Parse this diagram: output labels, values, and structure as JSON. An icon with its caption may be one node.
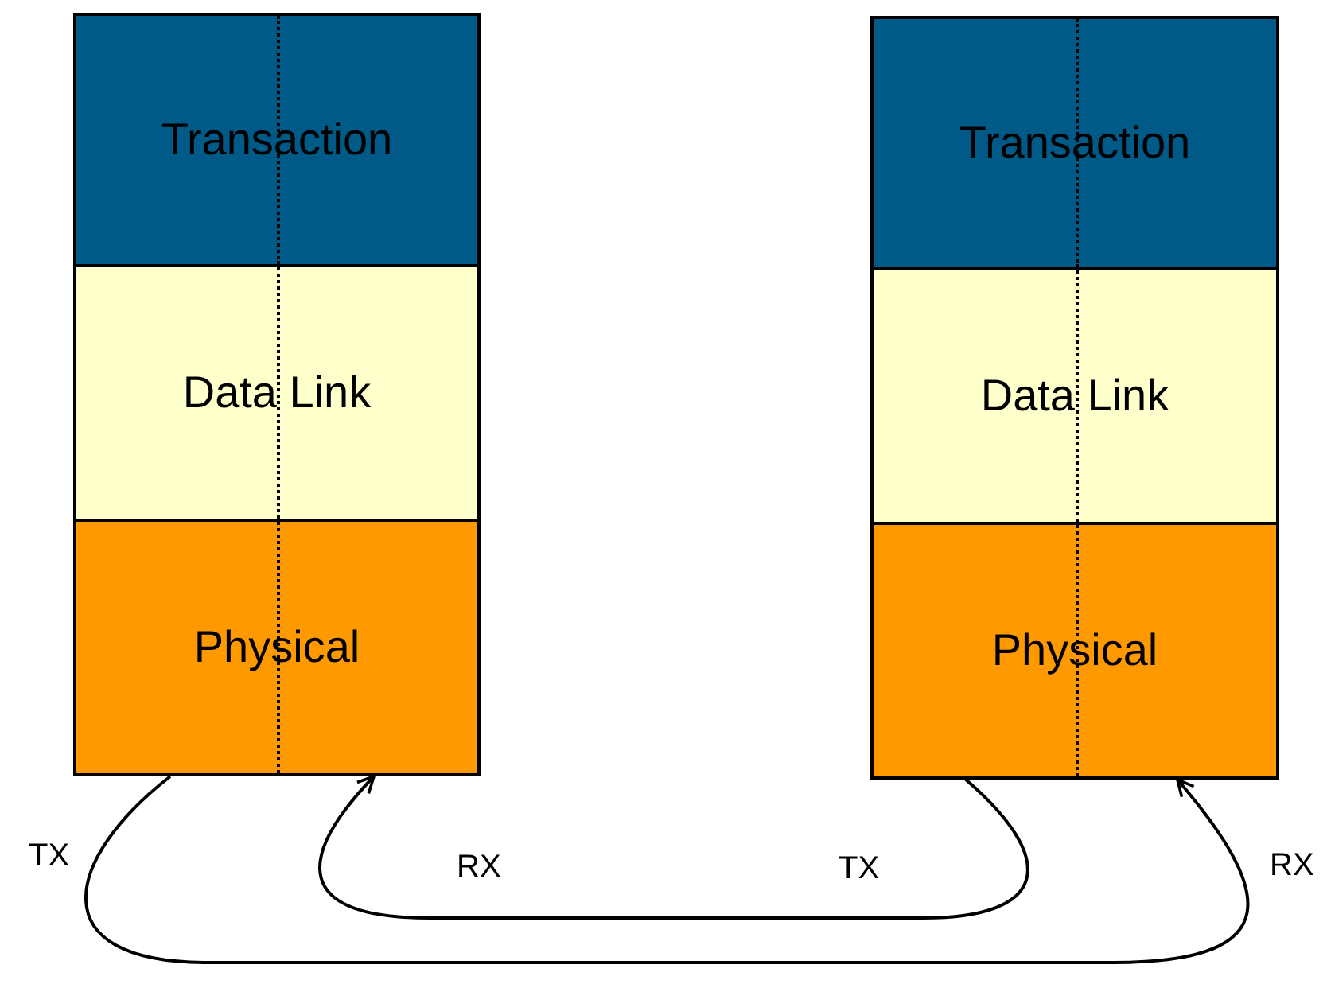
{
  "diagram": {
    "nodes": [
      {
        "text": [
          "Transaction"
        ]
      },
      {
        "text": [
          "Data Link"
        ]
      },
      {
        "text": [
          "Physical"
        ]
      },
      {
        "text": [
          "Transaction"
        ]
      },
      {
        "text": [
          "Data Link"
        ]
      },
      {
        "text": [
          "Physical"
        ]
      }
    ],
    "edges": [
      {
        "from": 2,
        "to": 5,
        "arrow": "to"
      },
      {
        "from": 5,
        "to": 2,
        "arrow": "to"
      }
    ],
    "labels": [
      "TX",
      "RX",
      "TX",
      "RX"
    ]
  }
}
